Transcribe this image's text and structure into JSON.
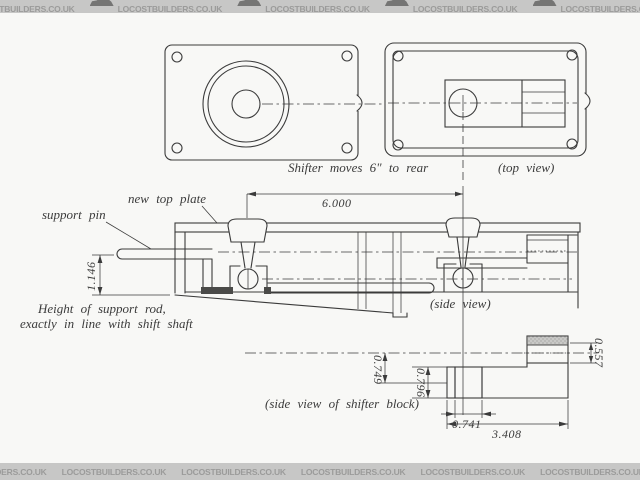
{
  "watermark": {
    "text": "LOCOSTBUILDERS.CO.UK"
  },
  "drawing": {
    "notes": {
      "shifter_moves": "Shifter moves 6\" to rear",
      "top_view": "(top view)",
      "side_view": "(side view)",
      "block_view": "(side view of shifter block)",
      "new_top_plate": "new top plate",
      "support_pin": "support pin",
      "support_rod_1": "Height of support rod,",
      "support_rod_2": "exactly in line with shift shaft"
    },
    "dimensions": {
      "shifter_travel": "6.000",
      "support_rod_height": "1.146",
      "shaft_center_to_slot_bottom": "0.749",
      "block_thickness": "0.796",
      "tab_thickness": "0.557",
      "slot_width": "0.741",
      "block_length": "3.408"
    },
    "colors": {
      "line": "#3b3b3b",
      "paper": "#f8f8f6",
      "band_bg": "#c7c7c6",
      "band_text": "#9b9b9a",
      "hatch_bg": "#c9c9c7",
      "hatch_dot": "#8f8f8d"
    }
  }
}
